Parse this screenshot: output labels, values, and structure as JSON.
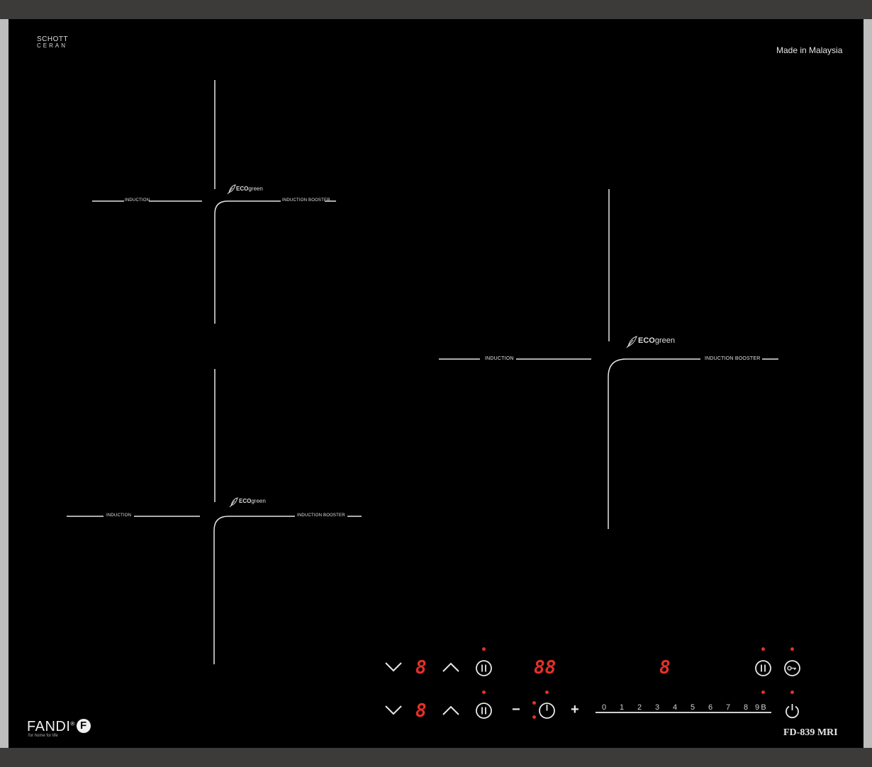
{
  "brand": {
    "schott_line1": "SCHOTT",
    "schott_line2": "CERAN",
    "made_in": "Made in Malaysia",
    "model": "FD-839 MRI",
    "fandi": "FANDI",
    "fandi_mark": "®",
    "fandi_tagline": "for home for life"
  },
  "zones": {
    "induction_label": "INDUCTION",
    "booster_label": "INDUCTION BOOSTER",
    "eco_bold": "ECO",
    "eco_text": "green"
  },
  "controls": {
    "row1": {
      "level": "8",
      "timer": "88",
      "zone_display": "8"
    },
    "row2": {
      "level": "8"
    },
    "minus": "−",
    "plus": "+",
    "slider_levels": [
      "0",
      "1",
      "2",
      "3",
      "4",
      "5",
      "6",
      "7",
      "8",
      "9",
      "B"
    ]
  },
  "colors": {
    "glass": "#000000",
    "frame": "#3d3b3a",
    "indicator": "#e53026"
  }
}
